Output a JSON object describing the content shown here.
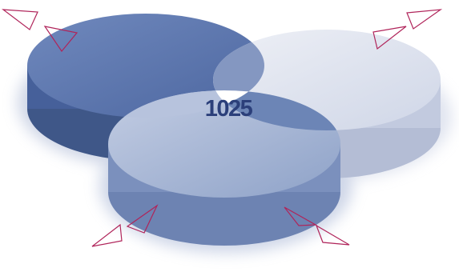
{
  "center_label": "1025",
  "colors": {
    "circle_left_top": "#5f7aad",
    "circle_left_side": "#3f5788",
    "circle_right_top": "#dfe3ef",
    "circle_right_side": "#b4bdd5",
    "circle_bottom_top": "#97a9cc",
    "circle_bottom_side": "#6d83b2",
    "overlap_left_right": "#8497c1",
    "overlap_left_bottom": "#b7c3dd",
    "overlap_right_bottom": "#6c85b6",
    "center_overlap": "#ffffff",
    "label_color": "#2b3f7a",
    "marker_color": "#b0245a"
  },
  "markers": [
    {
      "name": "marker-top-left-outer",
      "shape": "open-triangle"
    },
    {
      "name": "marker-top-left-inner",
      "shape": "open-triangle"
    },
    {
      "name": "marker-top-right-outer",
      "shape": "open-triangle"
    },
    {
      "name": "marker-top-right-inner",
      "shape": "open-triangle"
    },
    {
      "name": "marker-bottom-left-upper",
      "shape": "open-triangle"
    },
    {
      "name": "marker-bottom-left-lower",
      "shape": "open-triangle"
    },
    {
      "name": "marker-bottom-right-upper",
      "shape": "open-triangle"
    },
    {
      "name": "marker-bottom-right-lower",
      "shape": "open-triangle"
    }
  ]
}
